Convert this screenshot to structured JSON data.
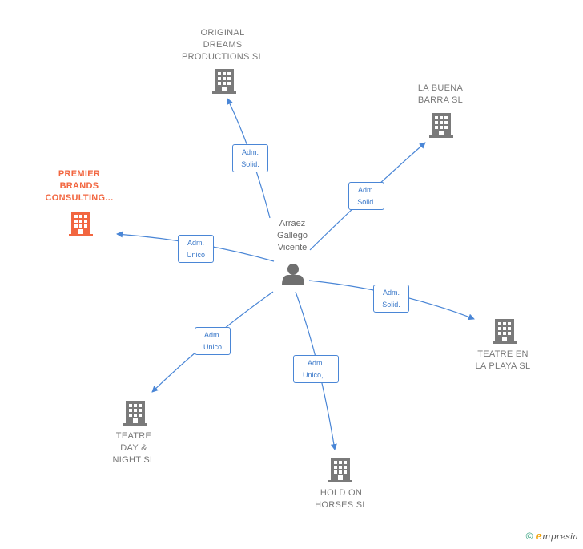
{
  "center": {
    "lines": [
      "Arraez",
      "Gallego",
      "Vicente"
    ],
    "icon": "person-icon"
  },
  "companies": [
    {
      "id": "original-dreams",
      "lines": [
        "ORIGINAL",
        "DREAMS",
        "PRODUCTIONS SL"
      ],
      "icon": "building-icon",
      "color": "#777777"
    },
    {
      "id": "la-buena-barra",
      "lines": [
        "LA BUENA",
        "BARRA  SL"
      ],
      "icon": "building-icon",
      "color": "#777777"
    },
    {
      "id": "premier-brands",
      "lines": [
        "PREMIER",
        "BRANDS",
        "CONSULTING..."
      ],
      "icon": "building-icon",
      "color": "#f26640"
    },
    {
      "id": "teatre-en-la-playa",
      "lines": [
        "TEATRE EN",
        "LA PLAYA  SL"
      ],
      "icon": "building-icon",
      "color": "#777777"
    },
    {
      "id": "teatre-day-night",
      "lines": [
        "TEATRE",
        "DAY &",
        "NIGHT SL"
      ],
      "icon": "building-icon",
      "color": "#777777"
    },
    {
      "id": "hold-on-horses",
      "lines": [
        "HOLD ON",
        "HORSES  SL"
      ],
      "icon": "building-icon",
      "color": "#777777"
    }
  ],
  "relations": [
    {
      "to": "original-dreams",
      "lines": [
        "Adm.",
        "Solid."
      ]
    },
    {
      "to": "la-buena-barra",
      "lines": [
        "Adm.",
        "Solid."
      ]
    },
    {
      "to": "premier-brands",
      "lines": [
        "Adm.",
        "Unico"
      ]
    },
    {
      "to": "teatre-en-la-playa",
      "lines": [
        "Adm.",
        "Solid."
      ]
    },
    {
      "to": "teatre-day-night",
      "lines": [
        "Adm.",
        "Unico"
      ]
    },
    {
      "to": "hold-on-horses",
      "lines": [
        "Adm.",
        "Unico,..."
      ]
    }
  ],
  "footer": {
    "copyright": "©",
    "brand_initial": "e",
    "brand_rest": "mpresia"
  },
  "colors": {
    "edge": "#4a86d6",
    "building": "#7a7a7a",
    "building_main": "#f26640",
    "person": "#6f6f6f"
  }
}
